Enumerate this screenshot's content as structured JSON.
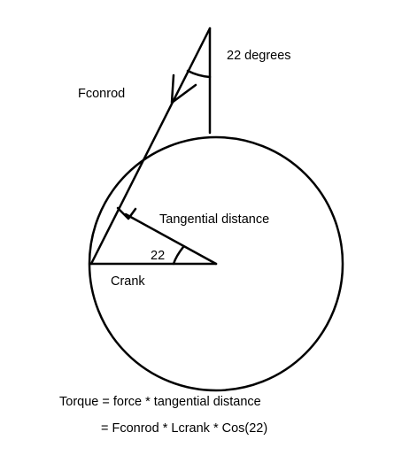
{
  "labels": {
    "angle_top": "22 degrees",
    "force": "Fconrod",
    "tangential": "Tangential distance",
    "angle_center": "22",
    "crank": "Crank"
  },
  "equations": {
    "line1": "Torque = force * tangential distance",
    "line2": "= Fconrod *  Lcrank * Cos(22)"
  },
  "colors": {
    "ink": "#000000",
    "background": "#ffffff"
  }
}
